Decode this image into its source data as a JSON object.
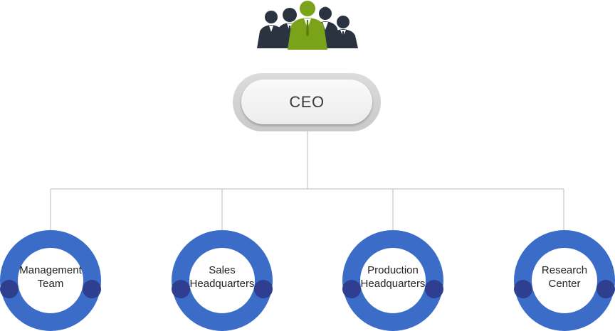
{
  "org_chart": {
    "root": {
      "label": "CEO"
    },
    "departments": [
      {
        "lines": [
          "Management",
          "Team"
        ]
      },
      {
        "lines": [
          "Sales",
          "Headquarters"
        ]
      },
      {
        "lines": [
          "Production",
          "Headquarters"
        ]
      },
      {
        "lines": [
          "Research",
          "Center"
        ]
      }
    ]
  },
  "icons": {
    "header": "team-people-icon"
  },
  "colors": {
    "ring": "#3a6cc8",
    "knob": "#2d3f8e",
    "highlight_person": "#7aa31a",
    "person": "#2b3340",
    "connector": "#bbbbbb"
  }
}
